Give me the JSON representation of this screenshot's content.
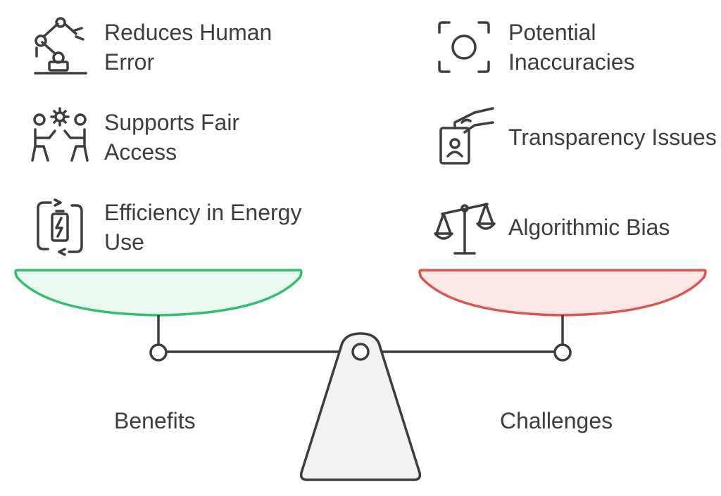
{
  "benefits": {
    "label": "Benefits",
    "items": [
      {
        "label": "Reduces Human Error",
        "icon": "robot-arm-icon"
      },
      {
        "label": "Supports Fair Access",
        "icon": "people-sharing-icon"
      },
      {
        "label": "Efficiency in Energy Use",
        "icon": "battery-cycle-icon"
      }
    ],
    "pan_color": "#eafaf0",
    "pan_stroke": "#2fbf71"
  },
  "challenges": {
    "label": "Challenges",
    "items": [
      {
        "label": "Potential Inaccuracies",
        "icon": "focus-frame-icon"
      },
      {
        "label": "Transparency Issues",
        "icon": "hand-holding-id-icon"
      },
      {
        "label": "Algorithmic Bias",
        "icon": "scales-icon"
      }
    ],
    "pan_color": "#fde8e8",
    "pan_stroke": "#e05252"
  }
}
